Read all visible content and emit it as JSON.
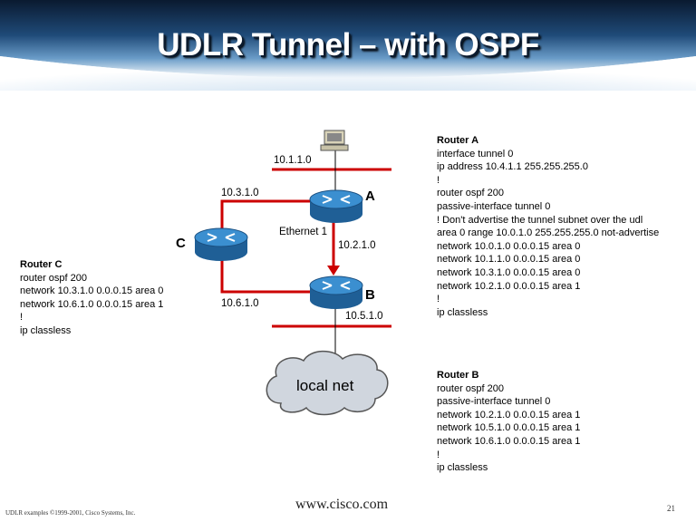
{
  "title": "UDLR Tunnel – with OSPF",
  "network_labels": {
    "n_10_1_1_0": "10.1.1.0",
    "n_10_3_1_0": "10.3.1.0",
    "n_10_2_1_0": "10.2.1.0",
    "n_10_6_1_0": "10.6.1.0",
    "n_10_5_1_0": "10.5.1.0",
    "ethernet": "Ethernet 1"
  },
  "routers": {
    "a": "A",
    "b": "B",
    "c": "C"
  },
  "cloud_label": "local net",
  "router_a_config": {
    "heading": "Router A",
    "lines": [
      "interface tunnel 0",
      "ip address 10.4.1.1 255.255.255.0",
      "!",
      "router ospf 200",
      "passive-interface tunnel 0",
      "! Don't advertise the tunnel subnet over the udl",
      "area 0 range 10.0.1.0 255.255.255.0 not-advertise",
      "network 10.0.1.0 0.0.0.15 area 0",
      "network 10.1.1.0 0.0.0.15 area 0",
      "network 10.3.1.0 0.0.0.15 area 0",
      "network 10.2.1.0 0.0.0.15 area 1",
      "!",
      "ip classless"
    ]
  },
  "router_b_config": {
    "heading": "Router B",
    "lines": [
      "router ospf 200",
      "passive-interface tunnel 0",
      "network 10.2.1.0 0.0.0.15 area 1",
      "network 10.5.1.0 0.0.0.15 area 1",
      "network 10.6.1.0 0.0.0.15 area 1",
      "!",
      "ip classless"
    ]
  },
  "router_c_config": {
    "heading": "Router C",
    "lines": [
      "router ospf 200",
      "network 10.3.1.0 0.0.0.15 area 0",
      "network 10.6.1.0 0.0.0.15 area 1",
      "!",
      "ip classless"
    ]
  },
  "footer": {
    "left": "UDLR examples  ©1999-2001, Cisco Systems, Inc.",
    "center": "www.cisco.com",
    "page": "21"
  },
  "colors": {
    "link": "#cc0000",
    "router": "#2a78b8",
    "header_dark": "#0b1e36",
    "header_light": "#5a8fbf"
  }
}
